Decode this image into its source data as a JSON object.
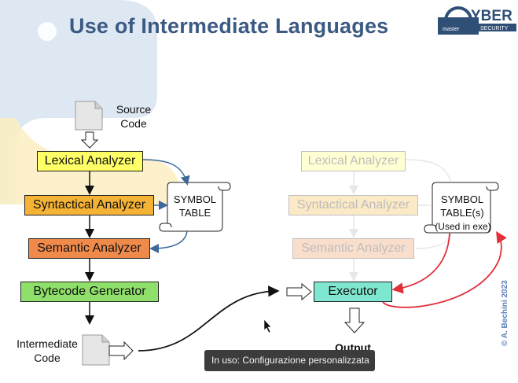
{
  "slide": {
    "title": "Use of Intermediate Languages",
    "logo": {
      "main_text": "YBER",
      "sub_left": "master",
      "sub_right": "SECURITY"
    },
    "copyright": "© A. Bechini 2023"
  },
  "left_pipeline": {
    "source_label_1": "Source",
    "source_label_2": "Code",
    "lexical": "Lexical Analyzer",
    "syntactical": "Syntactical Analyzer",
    "semantic": "Semantic Analyzer",
    "bytecode": "Bytecode Generator",
    "symbol_table_1": "SYMBOL",
    "symbol_table_2": "TABLE",
    "intermediate_1": "Intermediate",
    "intermediate_2": "Code"
  },
  "right_pipeline": {
    "lexical": "Lexical Analyzer",
    "syntactical": "Syntactical Analyzer",
    "semantic": "Semantic Analyzer",
    "symbol_table_1": "SYMBOL",
    "symbol_table_2": "TABLE(s)",
    "symbol_table_3": "(Used in exe)",
    "executor": "Executor",
    "output": "Output"
  },
  "tooltip": {
    "text": "In uso: Configurazione personalizzata"
  },
  "colors": {
    "title": "#3b5a83",
    "lexical": "#ffff66",
    "syntactical": "#f5b335",
    "semantic": "#f08a4b",
    "bytecode": "#8fe06a",
    "executor": "#7fe6cf",
    "arrow_blue": "#3d6a9a",
    "arrow_red": "#e0303a"
  }
}
